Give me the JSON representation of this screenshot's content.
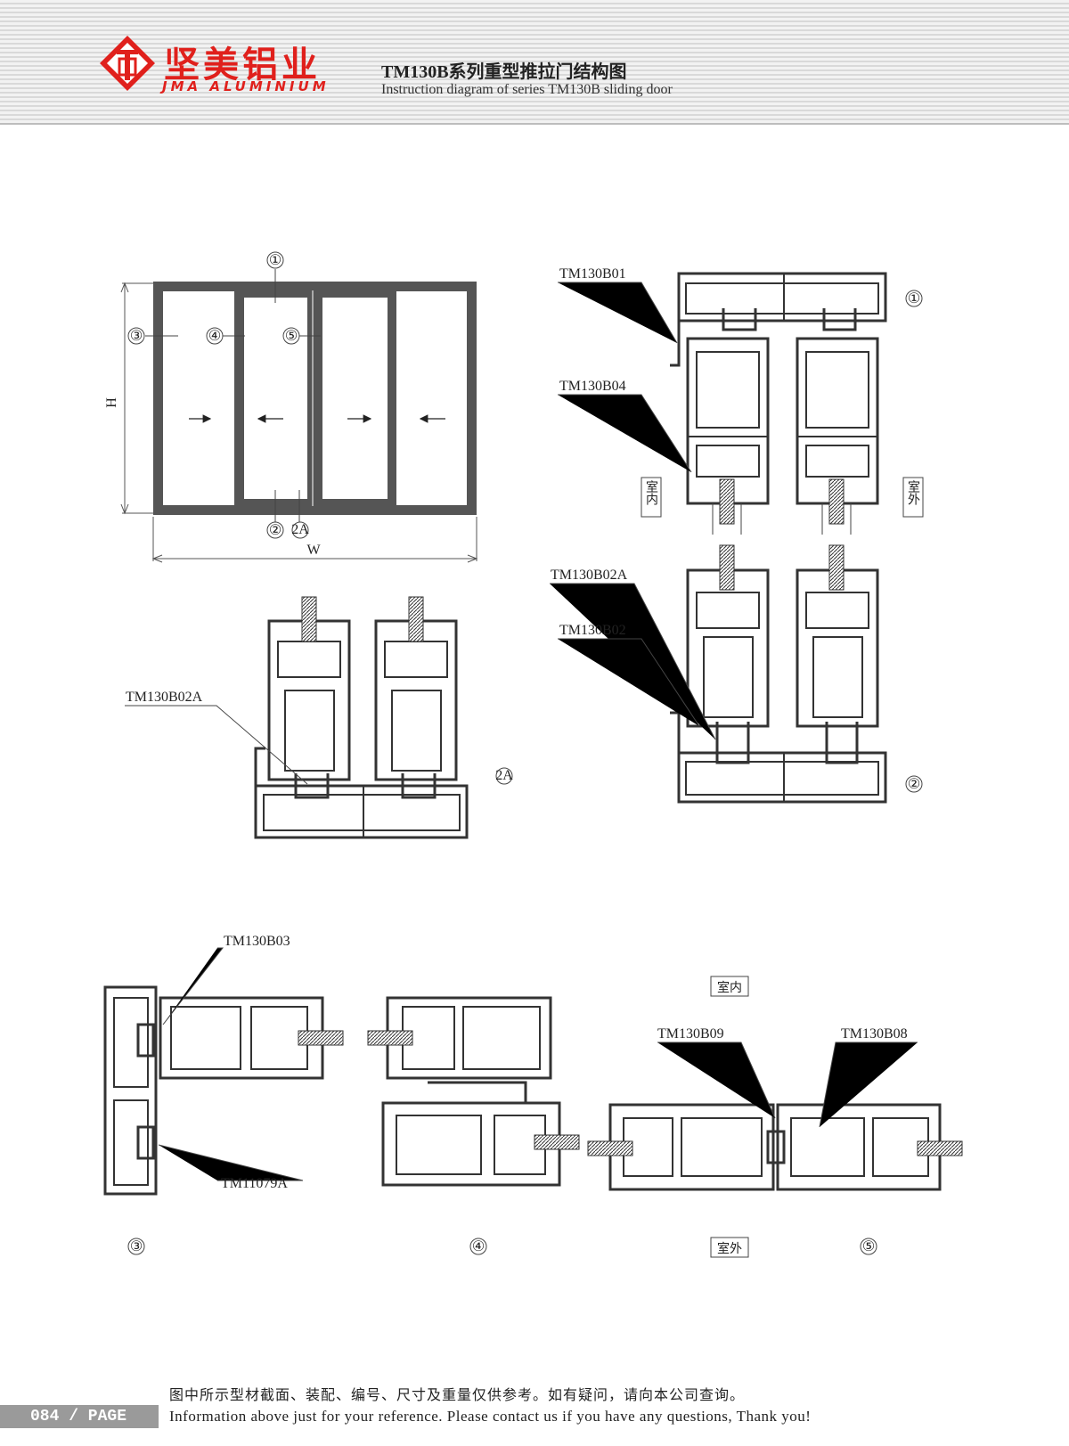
{
  "header": {
    "brand_cn": "坚美铝业",
    "brand_en": "JMA ALUMINIUM",
    "title_cn": "TM130B系列重型推拉门结构图",
    "title_en": "Instruction diagram of series TM130B sliding door",
    "brand_color": "#e0201c"
  },
  "elevation": {
    "dim_h": "H",
    "dim_w": "W",
    "callouts": [
      "①",
      "②",
      "2A",
      "③",
      "④",
      "⑤"
    ]
  },
  "sections": {
    "top": {
      "part": "TM130B01",
      "part2": "TM130B04",
      "ref": "①",
      "inside": "室内",
      "outside": "室外"
    },
    "bottom": {
      "part": "TM130B02A",
      "part2": "TM130B02",
      "ref": "②"
    },
    "detail_2a": {
      "part": "TM130B02A",
      "ref": "2A"
    },
    "side": {
      "part": "TM130B03",
      "part2": "TM11079A",
      "ref": "③"
    },
    "meeting": {
      "ref": "④"
    },
    "interlock": {
      "part": "TM130B09",
      "part2": "TM130B08",
      "ref": "⑤",
      "inside": "室内",
      "outside": "室外"
    }
  },
  "footer": {
    "page": "084 / PAGE",
    "note_cn": "图中所示型材截面、装配、编号、尺寸及重量仅供参考。如有疑问，请向本公司查询。",
    "note_en": "Information above just for your reference. Please contact us if you have any questions, Thank you!"
  }
}
